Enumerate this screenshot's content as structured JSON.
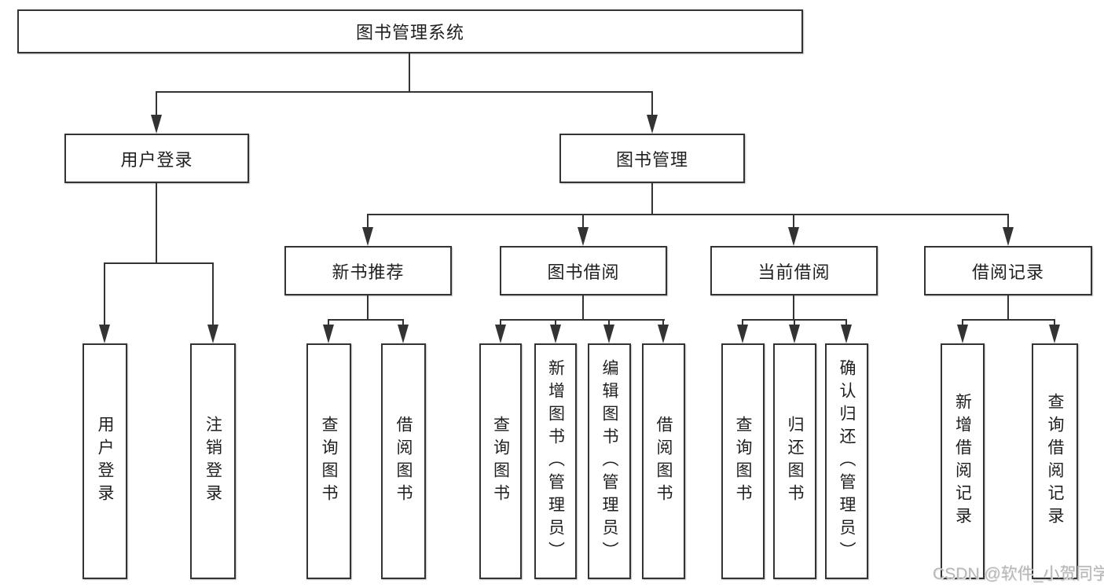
{
  "diagram": {
    "root": {
      "label": "图书管理系统"
    },
    "level2": [
      {
        "label": "用户登录"
      },
      {
        "label": "图书管理"
      }
    ],
    "level3": [
      {
        "label": "新书推荐"
      },
      {
        "label": "图书借阅"
      },
      {
        "label": "当前借阅"
      },
      {
        "label": "借阅记录"
      }
    ],
    "leaves": {
      "user_login": [
        {
          "label": "用户登录"
        },
        {
          "label": "注销登录"
        }
      ],
      "new_book_recommend": [
        {
          "label": "查询图书"
        },
        {
          "label": "借阅图书"
        }
      ],
      "book_borrow": [
        {
          "label": "查询图书"
        },
        {
          "label": "新增图书（管理员）"
        },
        {
          "label": "编辑图书（管理员）"
        },
        {
          "label": "借阅图书"
        }
      ],
      "current_borrow": [
        {
          "label": "查询图书"
        },
        {
          "label": "归还图书"
        },
        {
          "label": "确认归还（管理员）"
        }
      ],
      "borrow_records": [
        {
          "label": "新增借阅记录"
        },
        {
          "label": "查询借阅记录"
        }
      ]
    }
  },
  "watermark": {
    "text": "CSDN @软件_小贺同学"
  },
  "colors": {
    "line": "#333333",
    "text": "#1f1f1f",
    "background": "#ffffff",
    "watermark": "#b7b7b7"
  }
}
